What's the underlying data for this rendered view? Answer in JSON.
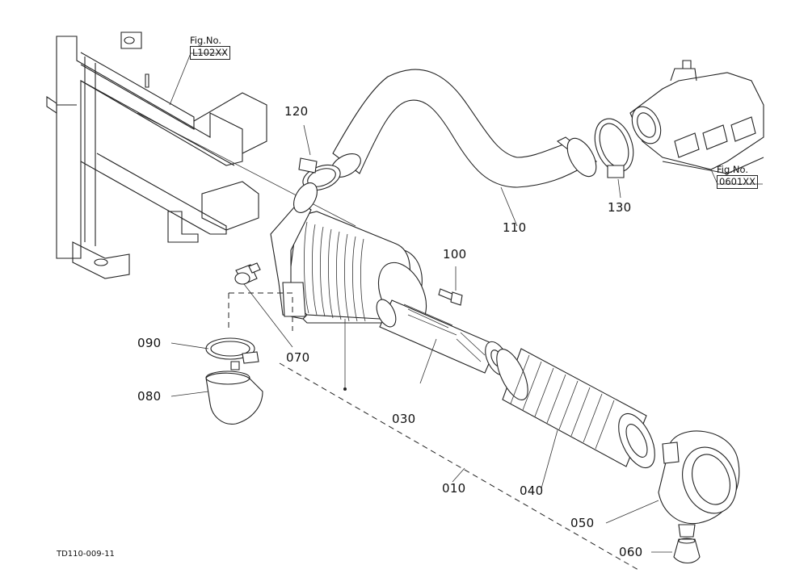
{
  "drawing_id": "TD110-009-11",
  "figure_refs": [
    {
      "id": "frame",
      "label": "Fig.No.",
      "number": "L102XX"
    },
    {
      "id": "manifold",
      "label": "Fig.No.",
      "number": "0601XX"
    }
  ],
  "callouts": [
    {
      "id": "010",
      "text": "010"
    },
    {
      "id": "030",
      "text": "030"
    },
    {
      "id": "040",
      "text": "040"
    },
    {
      "id": "050",
      "text": "050"
    },
    {
      "id": "060",
      "text": "060"
    },
    {
      "id": "070",
      "text": "070"
    },
    {
      "id": "080",
      "text": "080"
    },
    {
      "id": "090",
      "text": "090"
    },
    {
      "id": "100",
      "text": "100"
    },
    {
      "id": "110",
      "text": "110"
    },
    {
      "id": "120",
      "text": "120"
    },
    {
      "id": "130",
      "text": "130"
    }
  ]
}
